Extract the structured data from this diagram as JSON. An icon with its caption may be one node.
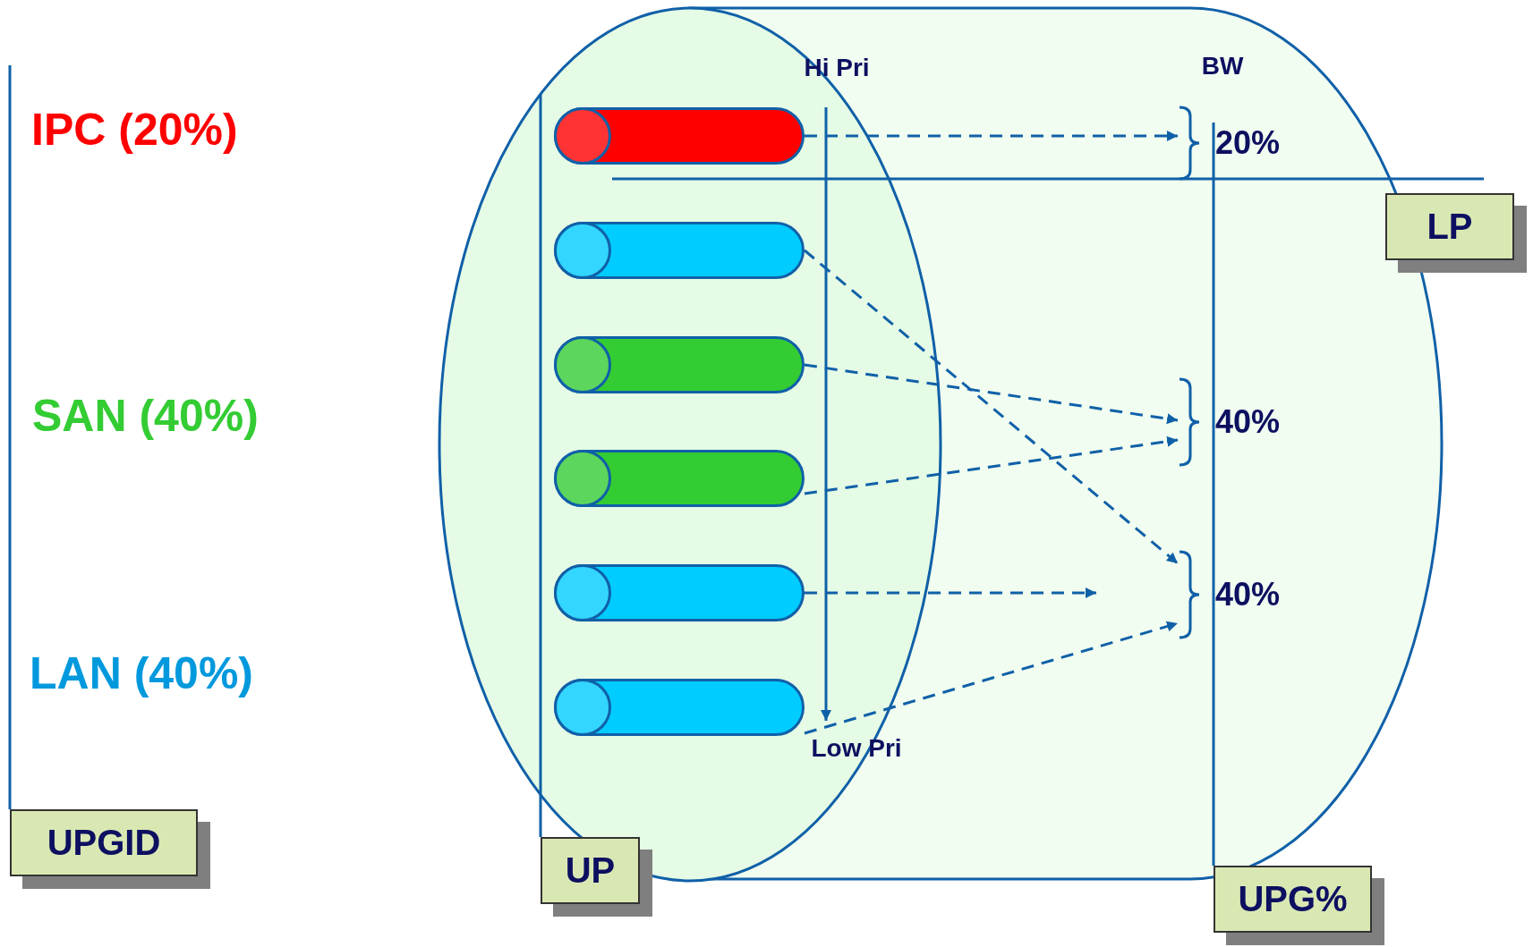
{
  "diagram": {
    "nodes": [
      {
        "text": [],
        "shape": "cylinder"
      },
      {
        "text": [],
        "shape": "cylinder"
      },
      {
        "text": [],
        "shape": "cylinder"
      },
      {
        "text": [],
        "shape": "cylinder"
      },
      {
        "text": [],
        "shape": "cylinder"
      },
      {
        "text": [],
        "shape": "cylinder"
      },
      {
        "text": [
          "20%"
        ]
      },
      {
        "text": [
          "40%"
        ]
      },
      {
        "text": [
          "40%"
        ]
      },
      {
        "text": [
          "LP"
        ]
      },
      {
        "text": [
          "UPGID"
        ]
      },
      {
        "text": [
          "UP"
        ]
      },
      {
        "text": [
          "UPG%"
        ]
      }
    ],
    "edges": [
      {
        "from": 0,
        "to": 6,
        "arrow": "to",
        "style": "dashed"
      },
      {
        "from": 1,
        "to": 8,
        "arrow": "to",
        "style": "dashed"
      },
      {
        "from": 2,
        "to": 7,
        "arrow": "to",
        "style": "dashed"
      },
      {
        "from": 3,
        "to": 7,
        "arrow": "to",
        "style": "dashed"
      },
      {
        "from": 4,
        "to": null,
        "arrow": "to",
        "style": "dashed"
      },
      {
        "from": 5,
        "to": 8,
        "arrow": "to",
        "style": "dashed"
      }
    ],
    "labels": [
      "Hi Pri",
      "BW",
      "IPC (20%)",
      "SAN (40%)",
      "LAN (40%)",
      "Low Pri"
    ]
  }
}
